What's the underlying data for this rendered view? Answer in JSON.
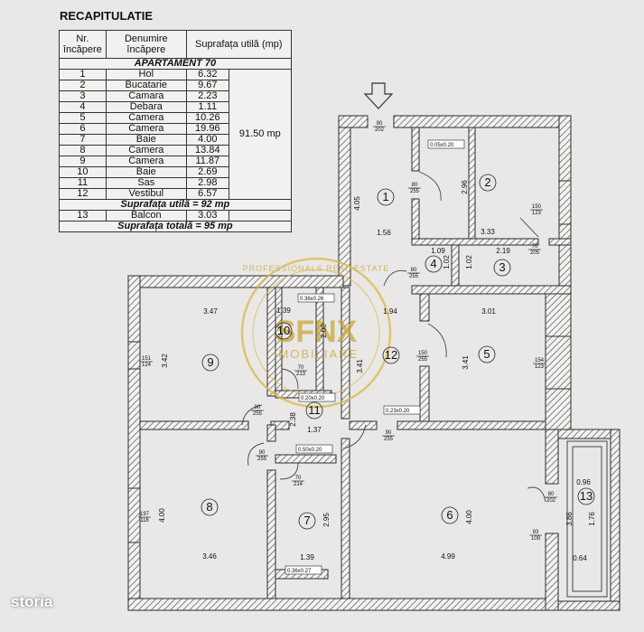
{
  "recap": {
    "title": "RECAPITULATIE",
    "headers": [
      "Nr. încăpere",
      "Denumire încăpere",
      "Suprafața utilă (mp)"
    ],
    "apartment": "APARTAMENT 70",
    "total_useful_value": "91.50 mp",
    "rooms": [
      {
        "nr": "1",
        "name": "Hol",
        "area": "6.32"
      },
      {
        "nr": "2",
        "name": "Bucatarie",
        "area": "9.67"
      },
      {
        "nr": "3",
        "name": "Camara",
        "area": "2.23"
      },
      {
        "nr": "4",
        "name": "Debara",
        "area": "1.11"
      },
      {
        "nr": "5",
        "name": "Camera",
        "area": "10.26"
      },
      {
        "nr": "6",
        "name": "Camera",
        "area": "19.96"
      },
      {
        "nr": "7",
        "name": "Baie",
        "area": "4.00"
      },
      {
        "nr": "8",
        "name": "Camera",
        "area": "13.84"
      },
      {
        "nr": "9",
        "name": "Camera",
        "area": "11.87"
      },
      {
        "nr": "10",
        "name": "Baie",
        "area": "2.69"
      },
      {
        "nr": "11",
        "name": "Sas",
        "area": "2.98"
      },
      {
        "nr": "12",
        "name": "Vestibul",
        "area": "6.57"
      }
    ],
    "useful_total": "Suprafața utilă = 92 mp",
    "balcony": {
      "nr": "13",
      "name": "Balcon",
      "area": "3.03"
    },
    "grand_total": "Suprafața totală = 95 mp"
  },
  "plan": {
    "room_numbers": [
      "1",
      "2",
      "3",
      "4",
      "5",
      "6",
      "7",
      "8",
      "9",
      "10",
      "11",
      "12",
      "13"
    ],
    "dimensions": [
      "4.05",
      "1.56",
      "2.96",
      "3.33",
      "1.09",
      "1.02",
      "1.02",
      "2.19",
      "3.47",
      "1.39",
      "2.00",
      "1.94",
      "3.01",
      "3.42",
      "3.41",
      "3.41",
      "2.38",
      "1.37",
      "4.00",
      "2.95",
      "1.39",
      "4.00",
      "3.46",
      "4.99",
      "0.96",
      "3.86",
      "1.76",
      "0.64"
    ],
    "door_labels": [
      "90/202",
      "80/255",
      "150/123",
      "70/205",
      "80/255",
      "150/255",
      "154/123",
      "151/124",
      "70/213",
      "90/255",
      "90/255",
      "90/255",
      "70/214",
      "197/118",
      "80/202",
      "93/109"
    ],
    "shaft_labels": [
      "0.05x0.20",
      "0.36x0.26",
      "0.20x0.20",
      "0.23x0.20",
      "0.50x0.20",
      "0.36x0.27"
    ],
    "colors": {
      "wall": "#2d2d2d",
      "hatch": "#777777",
      "paper": "#e9e8e6",
      "watermark": "#d8b84a"
    }
  },
  "watermark": {
    "brand": "SFNX",
    "line2": "IMOBILIARE",
    "ring": "PROFESSIONALS REAL ESTATE"
  },
  "corner_brand": "storia"
}
